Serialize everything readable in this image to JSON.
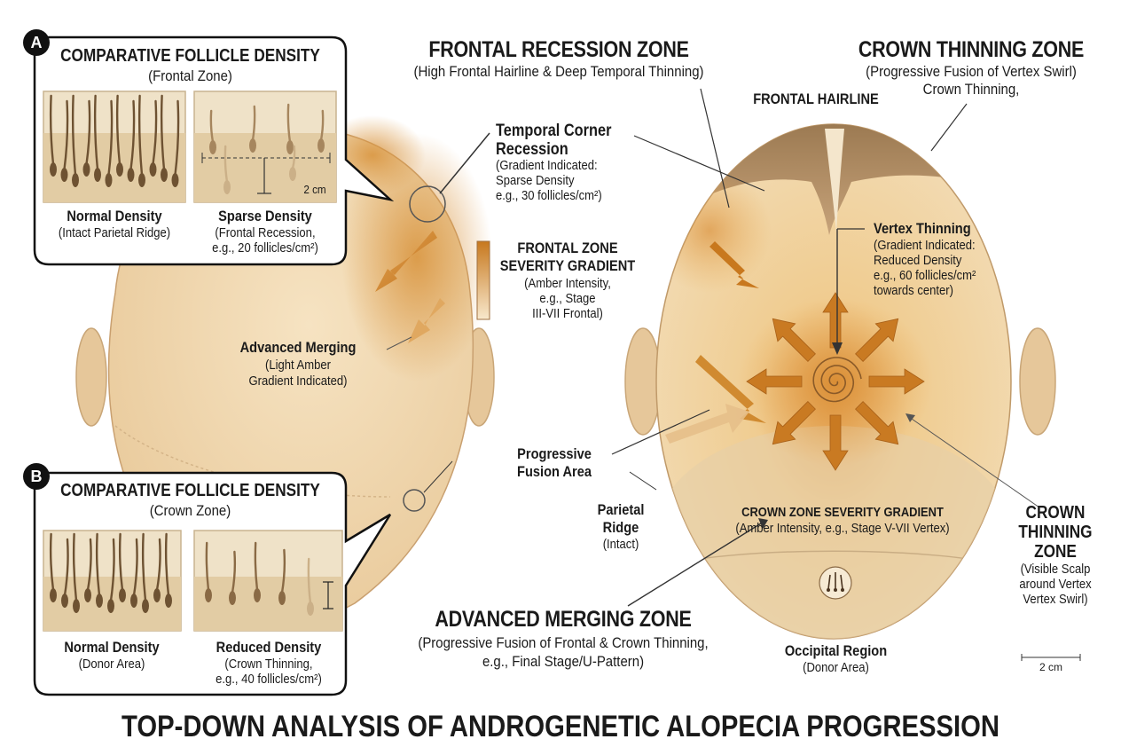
{
  "title": "TOP-DOWN ANALYSIS OF ANDROGENETIC ALOPECIA PROGRESSION",
  "panel_a": {
    "badge": "A",
    "title": "COMPARATIVE FOLLICLE DENSITY",
    "subtitle": "(Frontal Zone)",
    "left_label": "Normal Density",
    "left_sub": "(Intact Parietal Ridge)",
    "right_label": "Sparse Density",
    "right_sub_1": "(Frontal Recession,",
    "right_sub_2": "e.g., 20 follicles/cm²)",
    "scale": "2 cm"
  },
  "panel_b": {
    "badge": "B",
    "title": "COMPARATIVE FOLLICLE DENSITY",
    "subtitle": "(Crown Zone)",
    "left_label": "Normal Density",
    "left_sub": "(Donor Area)",
    "right_label": "Reduced Density",
    "right_sub_1": "(Crown Thinning,",
    "right_sub_2": "e.g., 40 follicles/cm²)"
  },
  "frontal_zone": {
    "title": "FRONTAL RECESSION ZONE",
    "subtitle": "(High Frontal Hairline & Deep Temporal Thinning)"
  },
  "crown_zone_top": {
    "title": "CROWN THINNING ZONE",
    "sub_1": "(Progressive Fusion of Vertex Swirl)",
    "sub_2": "Crown Thinning,"
  },
  "frontal_hairline": "FRONTAL HAIRLINE",
  "temporal": {
    "title_1": "Temporal Corner",
    "title_2": "Recession",
    "sub_1": "(Gradient Indicated:",
    "sub_2": "Sparse Density",
    "sub_3": "e.g., 30 follicles/cm²)"
  },
  "frontal_gradient": {
    "title_1": "FRONTAL ZONE",
    "title_2": "SEVERITY GRADIENT",
    "sub_1": "(Amber Intensity,",
    "sub_2": "e.g., Stage",
    "sub_3": "III-VII Frontal)"
  },
  "vertex": {
    "title": "Vertex Thinning",
    "sub_1": "(Gradient Indicated:",
    "sub_2": "Reduced Density",
    "sub_3": "e.g., 60 follicles/cm²",
    "sub_4": "towards center)"
  },
  "advanced_merging": {
    "title": "Advanced Merging",
    "sub_1": "(Light Amber",
    "sub_2": "Gradient Indicated)"
  },
  "progressive_fusion": {
    "line_1": "Progressive",
    "line_2": "Fusion Area"
  },
  "parietal": {
    "line_1": "Parietal",
    "line_2": "Ridge",
    "line_3": "(Intact)"
  },
  "crown_gradient": {
    "title": "CROWN ZONE SEVERITY GRADIENT",
    "sub": "(Amber Intensity, e.g., Stage V-VII Vertex)"
  },
  "crown_zone_right": {
    "title_1": "CROWN",
    "title_2": "THINNING",
    "title_3": "ZONE",
    "sub_1": "(Visible Scalp",
    "sub_2": "around Vertex",
    "sub_3": "Vertex Swirl)"
  },
  "advanced_zone": {
    "title": "ADVANCED MERGING ZONE",
    "sub_1": "(Progressive Fusion of Frontal & Crown Thinning,",
    "sub_2": "e.g., Final Stage/U-Pattern)"
  },
  "occipital": {
    "title": "Occipital Region",
    "sub": "(Donor Area)"
  },
  "scale_bar": "2 cm",
  "colors": {
    "skin": "#f0d8b0",
    "amber": "#d08a30",
    "hair": "#8a6a45",
    "frame": "#111111"
  }
}
